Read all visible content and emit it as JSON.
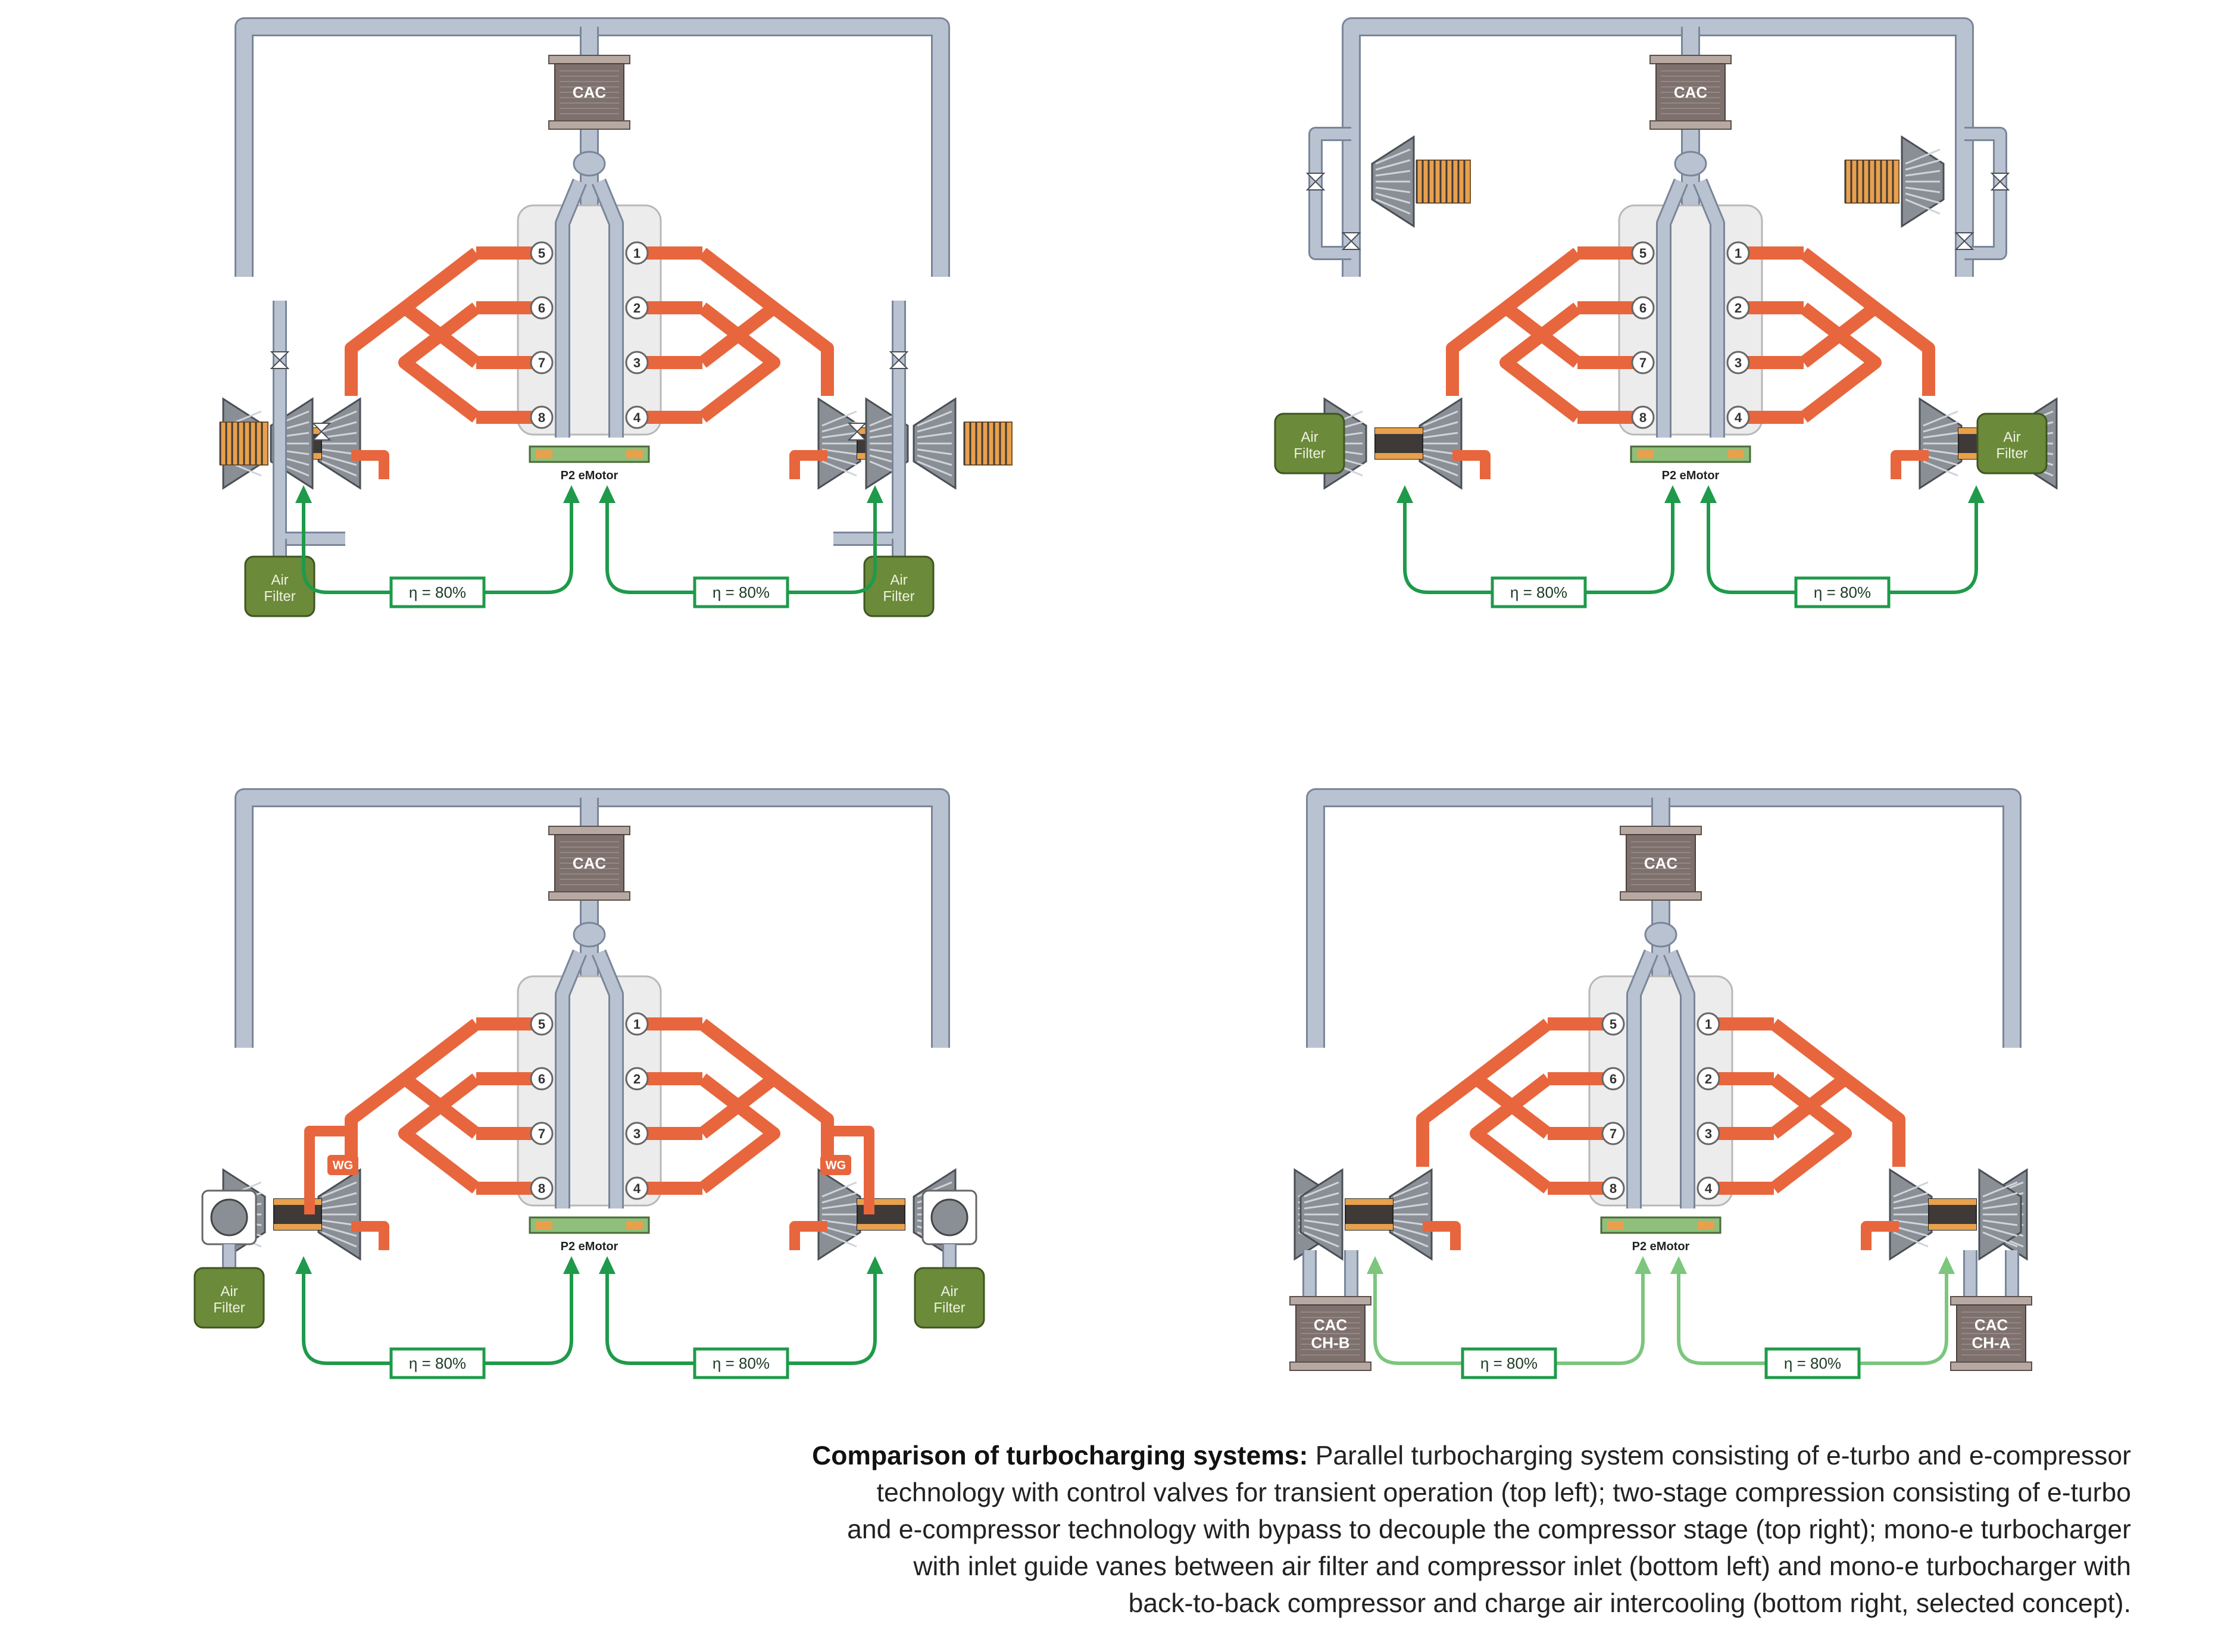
{
  "colors": {
    "intake": "#b9c2d1",
    "intake_edge": "#7a8699",
    "exhaust": "#e8663d",
    "engine_block": "#ececec",
    "cac": "#7e716d",
    "air_filter": "#6b8a3a",
    "electric_path": "#1f9a4a",
    "electric_path_light": "#7cc67e"
  },
  "panels": [
    {
      "id": "top-left",
      "cac_label": "CAC",
      "emotor_label": "P2 eMotor",
      "cylinders_left": [
        "5",
        "6",
        "7",
        "8"
      ],
      "cylinders_right": [
        "1",
        "2",
        "3",
        "4"
      ],
      "efficiency_labels": [
        "η = 80%",
        "η = 80%"
      ],
      "air_filter_labels": [
        "Air\nFilter",
        "Air\nFilter"
      ],
      "wastegate_labels": []
    },
    {
      "id": "top-right",
      "cac_label": "CAC",
      "emotor_label": "P2 eMotor",
      "cylinders_left": [
        "5",
        "6",
        "7",
        "8"
      ],
      "cylinders_right": [
        "1",
        "2",
        "3",
        "4"
      ],
      "efficiency_labels": [
        "η = 80%",
        "η = 80%"
      ],
      "air_filter_labels": [
        "Air\nFilter",
        "Air\nFilter"
      ],
      "wastegate_labels": []
    },
    {
      "id": "bottom-left",
      "cac_label": "CAC",
      "emotor_label": "P2 eMotor",
      "cylinders_left": [
        "5",
        "6",
        "7",
        "8"
      ],
      "cylinders_right": [
        "1",
        "2",
        "3",
        "4"
      ],
      "efficiency_labels": [
        "η = 80%",
        "η = 80%"
      ],
      "air_filter_labels": [
        "Air\nFilter",
        "Air\nFilter"
      ],
      "wastegate_labels": [
        "WG",
        "WG"
      ]
    },
    {
      "id": "bottom-right",
      "cac_label": "CAC",
      "emotor_label": "P2 eMotor",
      "cylinders_left": [
        "5",
        "6",
        "7",
        "8"
      ],
      "cylinders_right": [
        "1",
        "2",
        "3",
        "4"
      ],
      "efficiency_labels": [
        "η = 80%",
        "η = 80%"
      ],
      "air_filter_labels": [],
      "wastegate_labels": [],
      "cac_aux_labels": [
        "CAC\nCH-B",
        "CAC\nCH-A"
      ]
    }
  ],
  "caption": {
    "bold": "Comparison of turbocharging systems:",
    "lines": [
      " Parallel turbocharging system consisting of e-turbo and e-compressor",
      "technology with control valves for transient operation (top left); two-stage compression consisting of e-turbo",
      "and e-compressor technology with bypass to decouple the compressor stage (top right); mono-e turbocharger",
      "with inlet guide vanes between air filter and compressor inlet (bottom left) and mono-e turbocharger with",
      "back-to-back compressor and charge air intercooling (bottom right, selected concept)."
    ]
  }
}
